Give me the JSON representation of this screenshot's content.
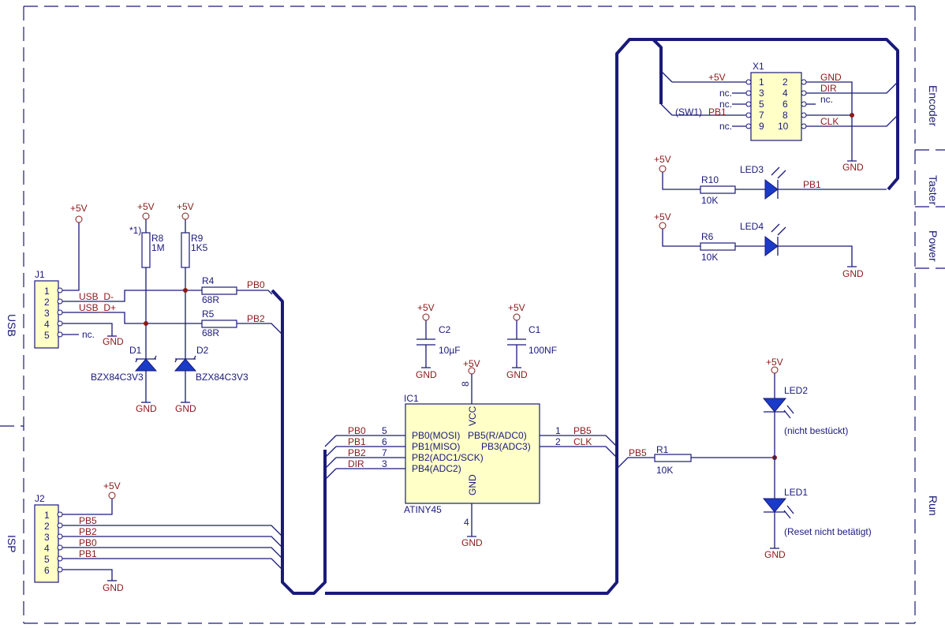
{
  "sections": {
    "usb": "USB",
    "isp": "ISP",
    "encoder": "Encoder",
    "taster": "Taster",
    "power": "Power",
    "run": "Run"
  },
  "power": {
    "vcc": "+5V",
    "gnd": "GND"
  },
  "j1": {
    "name": "J1",
    "pins": [
      "1",
      "2",
      "3",
      "4",
      "5"
    ],
    "nets": [
      "USB_D-",
      "USB_D+",
      "nc."
    ]
  },
  "j2": {
    "name": "J2",
    "pins": [
      "1",
      "2",
      "3",
      "4",
      "5",
      "6"
    ],
    "nets": [
      "PB5",
      "PB2",
      "PB0",
      "PB1"
    ]
  },
  "r8": {
    "name": "R8",
    "value": "1M",
    "note": "*1)"
  },
  "r9": {
    "name": "R9",
    "value": "1K5"
  },
  "r4": {
    "name": "R4",
    "value": "68R",
    "net": "PB0"
  },
  "r5": {
    "name": "R5",
    "value": "68R",
    "net": "PB2"
  },
  "d1": {
    "name": "D1",
    "value": "BZX84C3V3"
  },
  "d2": {
    "name": "D2",
    "value": "BZX84C3V3"
  },
  "c2": {
    "name": "C2",
    "value": "10µF"
  },
  "c1": {
    "name": "C1",
    "value": "100NF"
  },
  "ic1": {
    "name": "IC1",
    "part": "ATINY45",
    "left_pins": [
      {
        "net": "PB0",
        "num": "5",
        "fn": "PB0(MOSI)"
      },
      {
        "net": "PB1",
        "num": "6",
        "fn": "PB1(MISO)"
      },
      {
        "net": "PB2",
        "num": "7",
        "fn": "PB2(ADC1/SCK)"
      },
      {
        "net": "DIR",
        "num": "3",
        "fn": "PB4(ADC2)"
      }
    ],
    "right_pins": [
      {
        "net": "PB5",
        "num": "1",
        "fn": "PB5(R/ADC0)"
      },
      {
        "net": "CLK",
        "num": "2",
        "fn": "PB3(ADC3)"
      }
    ],
    "vcc_pin": "8",
    "vcc_label": "VCC",
    "gnd_pin": "4",
    "gnd_label": "GND"
  },
  "x1": {
    "name": "X1",
    "left": [
      {
        "net": "+5V",
        "num": "1"
      },
      {
        "net": "nc.",
        "num": "3"
      },
      {
        "net": "nc.",
        "num": "5"
      },
      {
        "net": "PB1",
        "num": "7",
        "prefix": "(SW1)"
      },
      {
        "net": "nc.",
        "num": "9"
      }
    ],
    "right": [
      {
        "net": "GND",
        "num": "2"
      },
      {
        "net": "DIR",
        "num": "4"
      },
      {
        "net": "nc.",
        "num": "6"
      },
      {
        "net": "",
        "num": "8"
      },
      {
        "net": "CLK",
        "num": "10"
      }
    ]
  },
  "r10": {
    "name": "R10",
    "value": "10K"
  },
  "led3": {
    "name": "LED3",
    "net": "PB1"
  },
  "r6": {
    "name": "R6",
    "value": "10K"
  },
  "led4": {
    "name": "LED4"
  },
  "r1": {
    "name": "R1",
    "value": "10K",
    "net": "PB5"
  },
  "led2": {
    "name": "LED2",
    "note": "(nicht bestückt)"
  },
  "led1": {
    "name": "LED1",
    "note": "(Reset nicht betätigt)"
  }
}
